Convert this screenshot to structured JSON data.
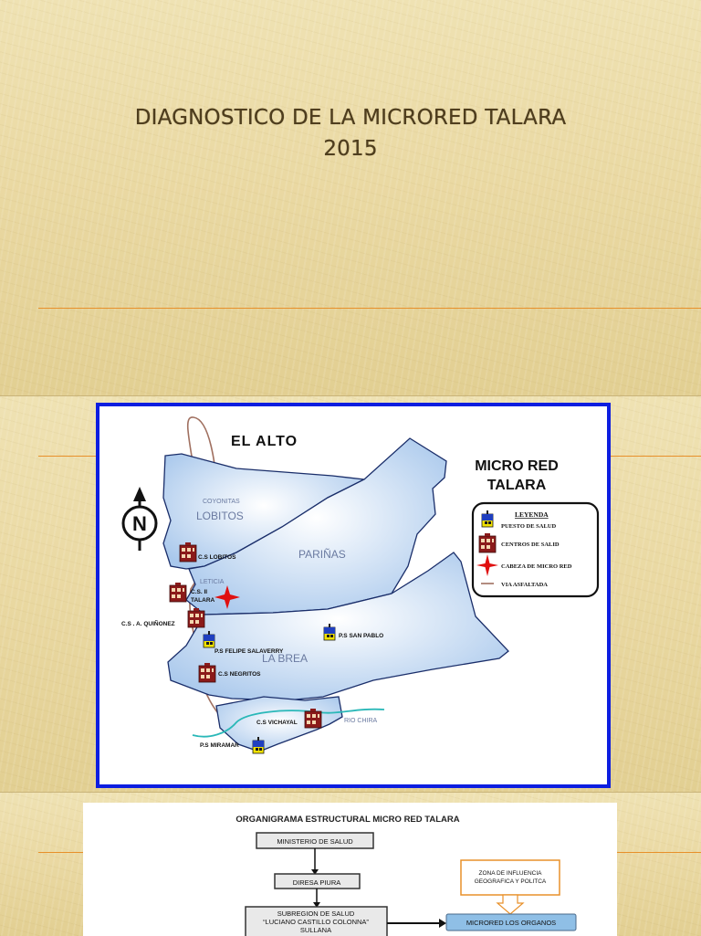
{
  "slide1": {
    "title_line1": "DIAGNOSTICO DE LA MICRORED TALARA",
    "title_line2": "2015"
  },
  "map": {
    "district_el_alto": "EL ALTO",
    "title_line1": "MICRO RED",
    "title_line2": "TALARA",
    "district_lobitos": "LOBITOS",
    "locality_coyonitas": "COYONITAS",
    "district_parinas": "PARIÑAS",
    "locality_leticia": "LETICIA",
    "district_la_brea": "LA BREA",
    "river_chira": "RIO CHIRA",
    "north_letter": "N",
    "facilities": {
      "cs_lobitos": "C.S  LOBITOS",
      "cs_talara_line1": "C.S.  II",
      "cs_talara_line2": "TALARA",
      "cs_quinonez": "C.S  .  A. QUIÑONEZ",
      "ps_felipe": "P.S  FELIPE  SALAVERRY",
      "ps_san_pablo": "P.S  SAN    PABLO",
      "cs_negritos": "C.S NEGRITOS",
      "cs_vichayal": "C.S  VICHAYAL",
      "ps_miramar": "P.S  MIRAMAR"
    },
    "legend": {
      "title": "LEYENDA",
      "puesto": "PUESTO DE SALUD",
      "centros": "CENTROS DE SALID",
      "cabeza": "CABEZA DE MICRO RED",
      "via": "VIA ASFALTADA"
    }
  },
  "org": {
    "title": "ORGANIGRAMA  ESTRUCTURAL  MICRO RED TALARA",
    "ministerio": "MINISTERIO DE SALUD",
    "diresa": "DIRESA PIURA",
    "subregion_line1": "SUBREGION DE SALUD",
    "subregion_line2": "“LUCIANO CASTILLO COLONNA”",
    "subregion_line3": "SULLANA",
    "zona_line1": "ZONA DE INFLUENCIA",
    "zona_line2": "GEOGRAFICA Y POLITCA",
    "microred": "MICRORED  LOS ORGANOS"
  },
  "colors": {
    "title_text": "#4e3d1d",
    "rule": "#e8902a",
    "map_border": "#0d1ee0",
    "region_fill": "#c9dcf3",
    "region_stroke": "#1a2e6a",
    "centro_icon": "#8b1a1a",
    "puesto_icon": "#1f3fbf",
    "cabeza_star": "#e01010",
    "road": "#a07060",
    "river": "#2ab8b8",
    "org_arrow": "#e8902a",
    "microred_box": "#8fbfe6"
  }
}
